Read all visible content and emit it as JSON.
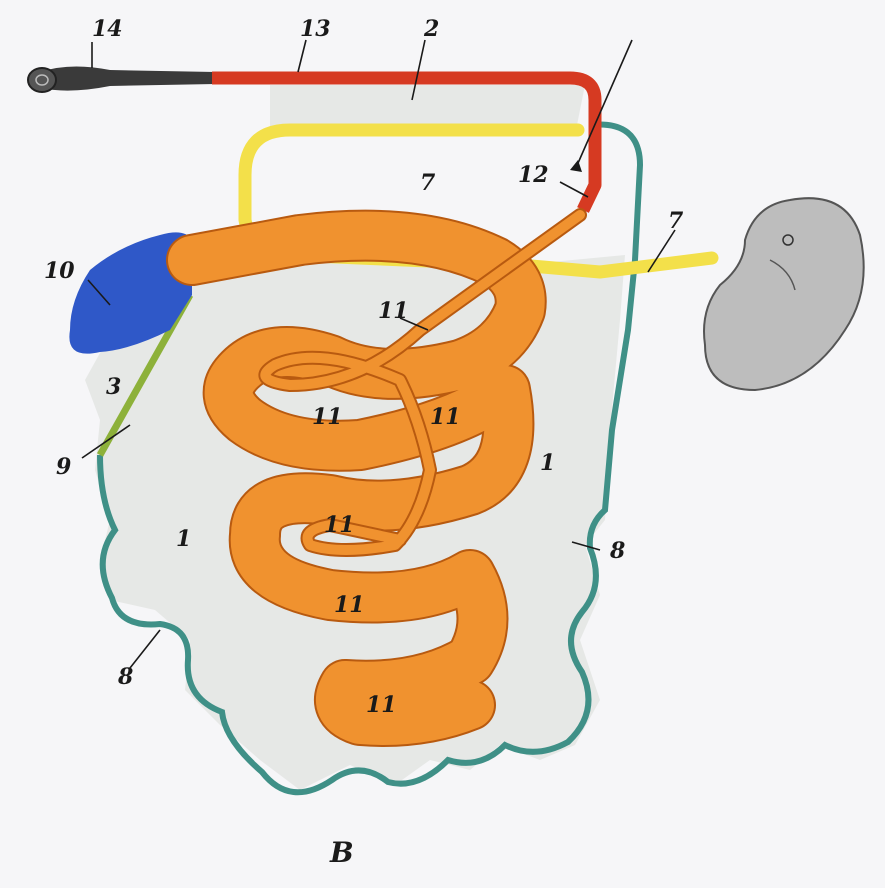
{
  "colors": {
    "background": "#f6f6f8",
    "mesentery": "#e6e8e6",
    "intestine": "#f0922f",
    "colon_blue": "#2f58c8",
    "cord_yellow": "#f3e04a",
    "red_segment": "#d63a22",
    "dark_segment": "#3a3a3a",
    "teal_border": "#3f9087",
    "green_segment": "#8db13a",
    "embryo": "#bdbdbd"
  },
  "labels": {
    "l14": "14",
    "l13": "13",
    "l2": "2",
    "l7a": "7",
    "l12": "12",
    "l7b": "7",
    "l10": "10",
    "l11a": "11",
    "l3": "3",
    "l11b": "11",
    "l11c": "11",
    "l9": "9",
    "l1a": "1",
    "l1b": "1",
    "l11d": "11",
    "l8a": "8",
    "l11e": "11",
    "l8b": "8",
    "l11f": "11",
    "panel": "B"
  }
}
